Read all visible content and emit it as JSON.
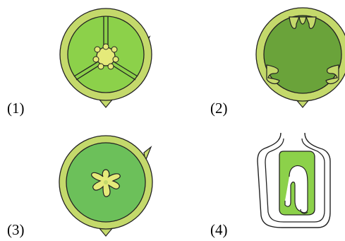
{
  "labels": {
    "fig1": "(1)",
    "fig2": "(2)",
    "fig3": "(3)",
    "fig4": "(4)"
  },
  "colors": {
    "outer_wall": "#c4d96b",
    "inner_light": "#8cd14a",
    "inner_dark": "#6aa33a",
    "placenta": "#e5ea7a",
    "ovule_light": "#e9f0a8",
    "stroke": "#222222",
    "background": "#ffffff"
  }
}
